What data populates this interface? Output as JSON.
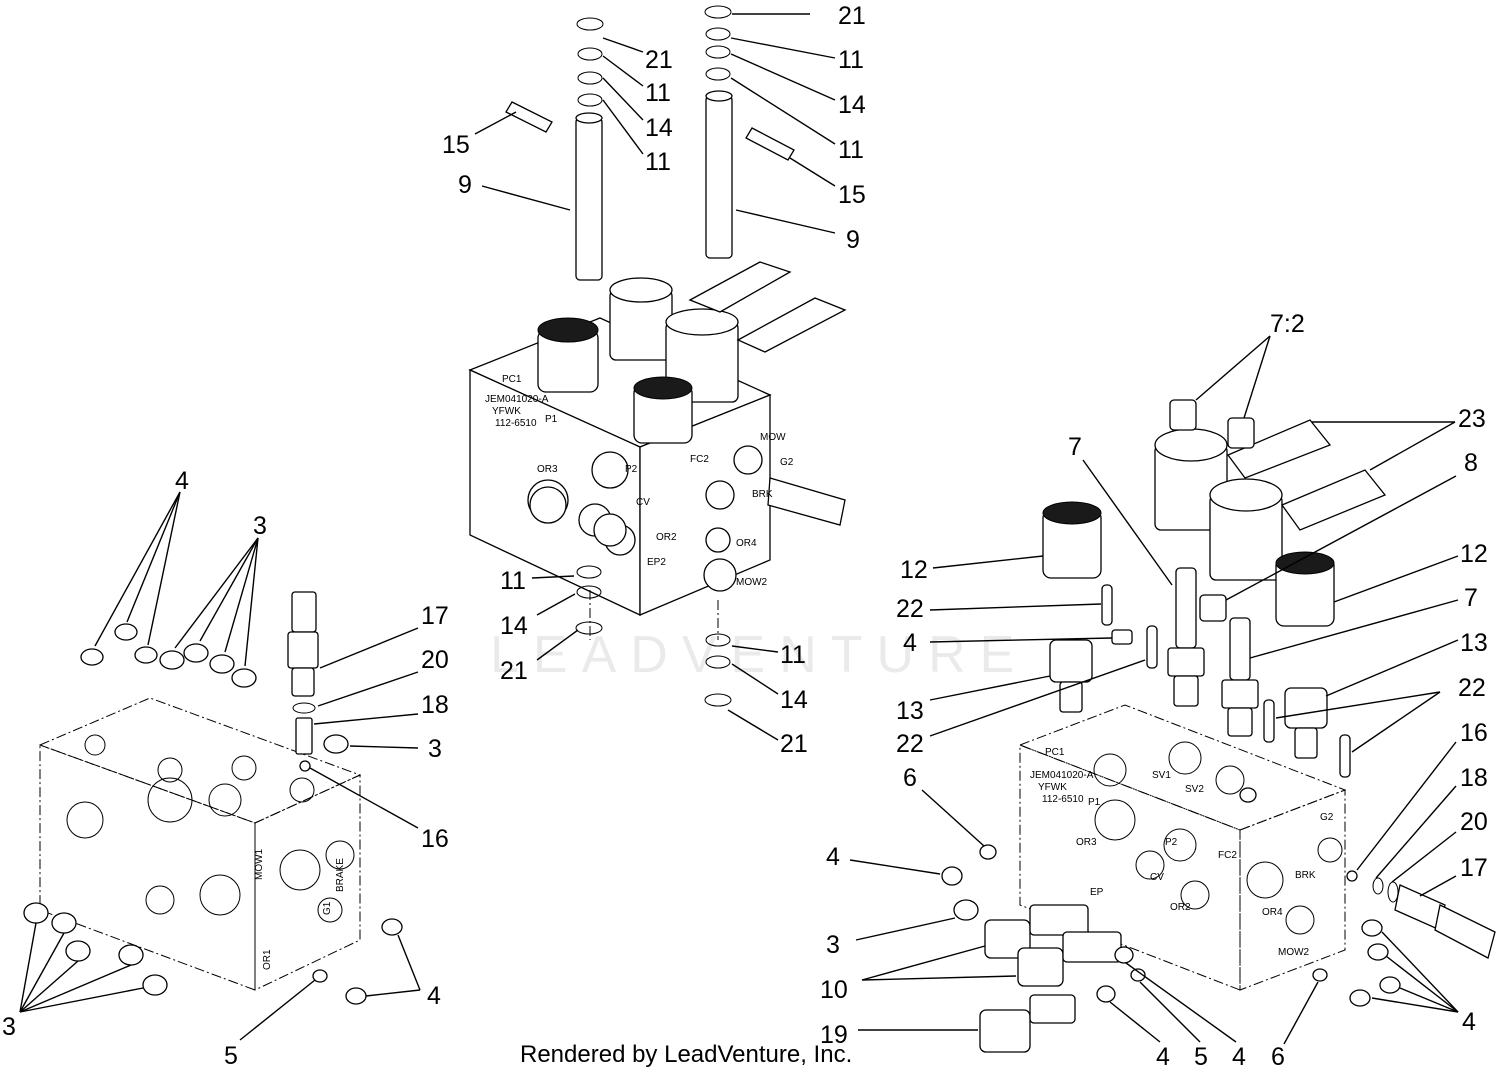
{
  "watermark": "LEADVENTURE",
  "credit": "Rendered by LeadVenture, Inc.",
  "block_markings": {
    "middle": {
      "part_no": "JEM041020-A",
      "code": "YFWK",
      "serial": "112-6510",
      "ports": [
        "PC1",
        "P1",
        "OR3",
        "P2",
        "CV",
        "OR2",
        "EP2",
        "FC2",
        "OR4",
        "MOW2",
        "G2",
        "BRK",
        "MOW"
      ]
    },
    "left": {
      "ports": [
        "MOW1",
        "BRAKE",
        "G1",
        "OR1"
      ]
    },
    "right": {
      "part_no": "JEM041020-A",
      "code": "YFWK",
      "serial": "112-6510",
      "ports": [
        "PC1",
        "SV1",
        "SV2",
        "P1",
        "OR3",
        "P2",
        "CV",
        "EP",
        "OR2",
        "FC2",
        "OR4",
        "BRK",
        "MOW2",
        "G2"
      ]
    }
  },
  "callouts": {
    "mid_21a": "21",
    "mid_11a": "11",
    "mid_14a": "14",
    "mid_11b": "11",
    "mid_15a": "15",
    "mid_9a": "9",
    "mid_21b": "21",
    "mid_11c": "11",
    "mid_14b": "14",
    "mid_11d": "11",
    "mid_15b": "15",
    "mid_9b": "9",
    "mid_11e": "11",
    "mid_14c": "14",
    "mid_21c": "21",
    "mid_11f": "11",
    "mid_14d": "14",
    "mid_21d": "21",
    "left_4a": "4",
    "left_3a": "3",
    "left_17": "17",
    "left_20": "20",
    "left_18": "18",
    "left_3b": "3",
    "left_16": "16",
    "left_3c": "3",
    "left_4b": "4",
    "left_5": "5",
    "right_72": "7:2",
    "right_23": "23",
    "right_7a": "7",
    "right_8": "8",
    "right_12a": "12",
    "right_12b": "12",
    "right_22a": "22",
    "right_7b": "7",
    "right_4a": "4",
    "right_13a": "13",
    "right_13b": "13",
    "right_22b": "22",
    "right_22c": "22",
    "right_6a": "6",
    "right_16": "16",
    "right_18": "18",
    "right_4b": "4",
    "right_20": "20",
    "right_17": "17",
    "right_3": "3",
    "right_10": "10",
    "right_19": "19",
    "right_4c": "4",
    "right_5": "5",
    "right_4d": "4",
    "right_6b": "6",
    "right_4e": "4"
  }
}
